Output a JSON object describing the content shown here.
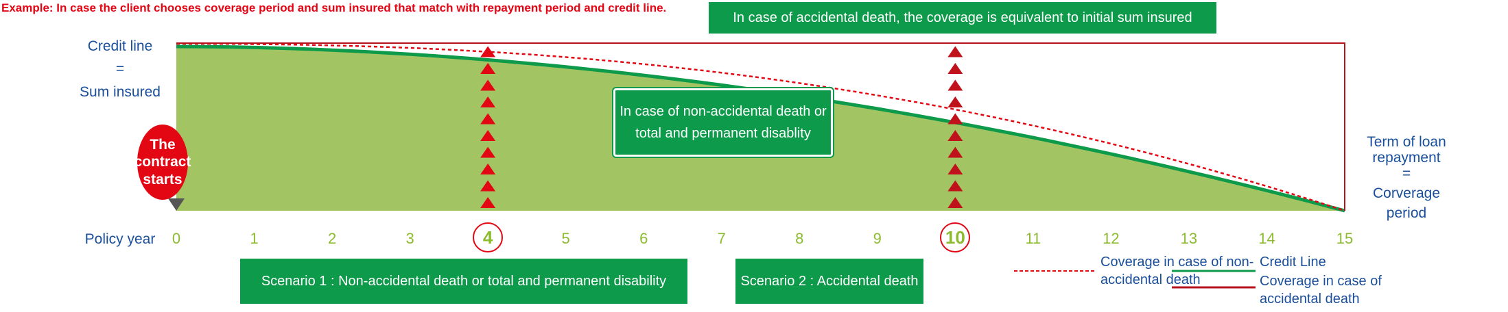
{
  "title": "Example: In case the client chooses coverage period and sum insured that match with repayment period and credit line.",
  "left_label": {
    "line1": "Credit line",
    "eq": "=",
    "line2": "Sum insured"
  },
  "right_label": {
    "line1": "Term of loan",
    "line2": "repayment",
    "eq": "=",
    "line3": "Corverage",
    "line4": "period"
  },
  "contract_start": "The contract starts",
  "accidental_callout": "In case of accidental death, the coverage is equivalent to initial sum insured",
  "non_accidental_callout": "In case of non-accidental death or total and permanent disablity",
  "policy_year_label": "Policy year",
  "years": [
    "0",
    "1",
    "2",
    "3",
    "4",
    "5",
    "6",
    "7",
    "8",
    "9",
    "10",
    "11",
    "12",
    "13",
    "14",
    "15"
  ],
  "highlighted_years": [
    "4",
    "10"
  ],
  "scenario1": "Scenario 1 : Non-accidental death or total and permanent disability",
  "scenario2": "Scenario 2 : Accidental death",
  "legend": {
    "dashed_red": "Coverage in case of non-accidental death",
    "green": "Credit Line",
    "red": "Coverage in case of accidental death"
  },
  "colors": {
    "green_fill": "#a3c462",
    "green_line": "#0d9a4a",
    "red": "#e30613",
    "dark_red": "#b5121b",
    "blue": "#1a4f9c"
  }
}
